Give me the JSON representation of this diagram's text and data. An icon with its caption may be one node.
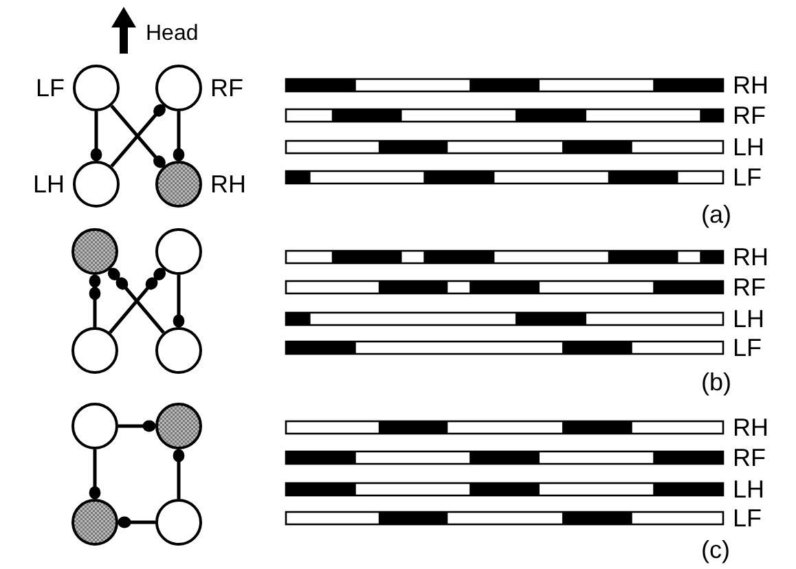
{
  "diagram": {
    "nodes": [
      {
        "text": [],
        "shape": "circle",
        "beside": [
          "LF"
        ]
      },
      {
        "text": [],
        "shape": "circle",
        "beside": [
          "RF"
        ]
      },
      {
        "text": [],
        "shape": "circle",
        "beside": [
          "LH"
        ]
      },
      {
        "text": [],
        "shape": "circle",
        "beside": [
          "RH"
        ]
      },
      {
        "text": [],
        "shape": "circle"
      },
      {
        "text": [],
        "shape": "circle"
      },
      {
        "text": [],
        "shape": "circle"
      },
      {
        "text": [],
        "shape": "circle"
      },
      {
        "text": [],
        "shape": "circle"
      },
      {
        "text": [],
        "shape": "circle"
      },
      {
        "text": [],
        "shape": "circle"
      },
      {
        "text": [],
        "shape": "circle"
      }
    ],
    "edges": [
      {
        "from": 0,
        "to": 2,
        "arrow": "other"
      },
      {
        "from": 0,
        "to": 3,
        "arrow": "other"
      },
      {
        "from": 2,
        "to": 1,
        "arrow": "other"
      },
      {
        "from": 1,
        "to": 3,
        "arrow": "other"
      },
      {
        "from": 6,
        "to": 4,
        "arrow": "other"
      },
      {
        "from": 7,
        "to": 4,
        "arrow": "other"
      },
      {
        "from": 6,
        "to": 5,
        "arrow": "other"
      },
      {
        "from": 5,
        "to": 7,
        "arrow": "other"
      },
      {
        "from": 8,
        "to": 9,
        "arrow": "other"
      },
      {
        "from": 11,
        "to": 9,
        "arrow": "other"
      },
      {
        "from": 8,
        "to": 10,
        "arrow": "other"
      },
      {
        "from": 11,
        "to": 10,
        "arrow": "other"
      }
    ],
    "labels": [
      "Head",
      "RH",
      "RF",
      "LH",
      "LF",
      "(a)",
      "RH",
      "RF",
      "LH",
      "LF",
      "(b)",
      "RH",
      "RF",
      "LH",
      "LF",
      "(c)"
    ]
  }
}
